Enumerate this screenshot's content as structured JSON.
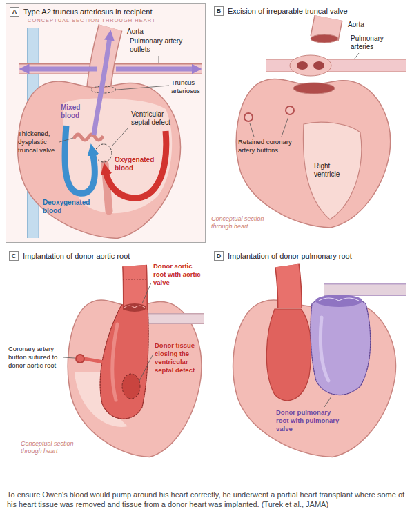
{
  "diagram": {
    "caption": "To ensure Owen's blood would pump around his heart correctly, he underwent a partial heart transplant where some of his heart tissue was removed and tissue from a donor heart was implanted. (Turek et al., JAMA)",
    "nodes": [
      {
        "text": [
          "A",
          "Type A2 truncus arteriosus in recipient"
        ]
      },
      {
        "text": [
          "B",
          "Excision of irreparable truncal valve"
        ]
      },
      {
        "text": [
          "C",
          "Implantation of donor aortic root"
        ]
      },
      {
        "text": [
          "D",
          "Implantation of donor pulmonary root"
        ]
      }
    ],
    "labels": [
      "CONCEPTUAL SECTION THROUGH HEART",
      "Aorta",
      "Pulmonary artery outlets",
      "Truncus arteriosus",
      "Mixed blood",
      "Thickened, dysplastic truncal valve",
      "Ventricular septal defect",
      "Oxygenated blood",
      "Deoxygenated blood",
      "Aorta",
      "Pulmonary arteries",
      "Retained coronary artery buttons",
      "Right ventricle",
      "Conceptual section through heart",
      "Donor aortic root with aortic valve",
      "Coronary artery button sutured to donor aortic root",
      "Donor tissue closing the ventricular septal defect",
      "Conceptual section through heart",
      "Donor pulmonary root with pulmonary valve"
    ]
  }
}
